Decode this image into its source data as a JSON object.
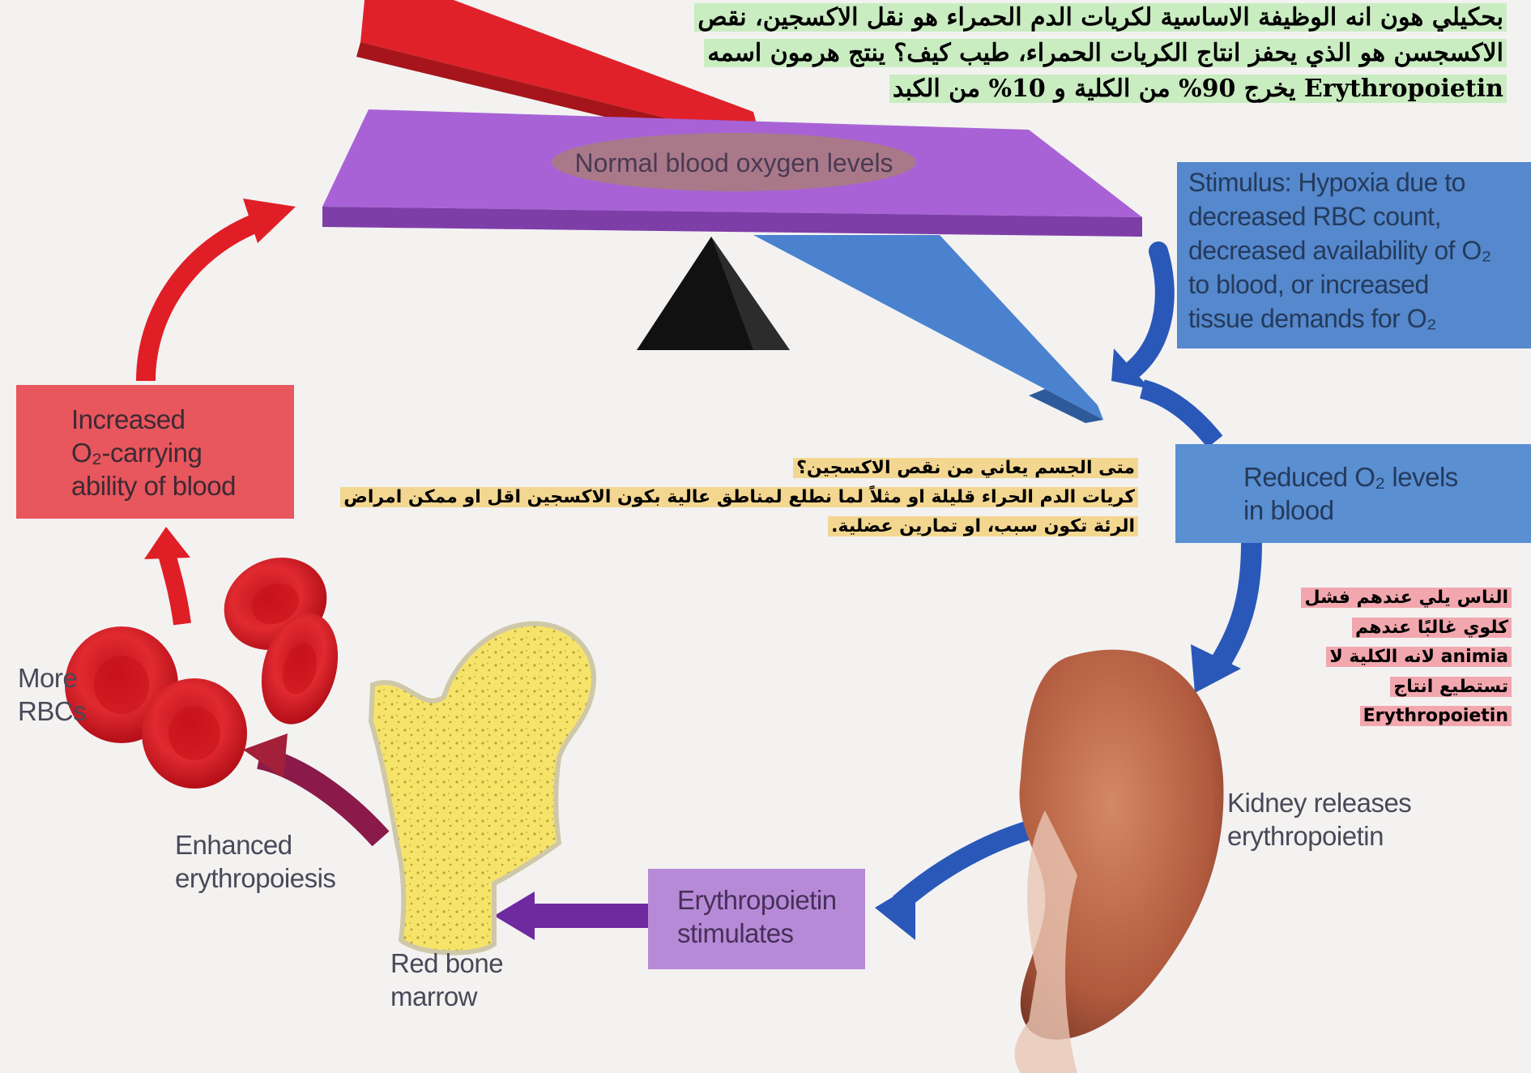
{
  "labels": {
    "normal_levels": "Normal blood oxygen levels",
    "stimulus": [
      "Stimulus: Hypoxia due to",
      "decreased RBC count,",
      "decreased availability of O₂",
      "to blood, or increased",
      "tissue demands for O₂"
    ],
    "reduced": [
      "Reduced O₂ levels",
      "in blood"
    ],
    "kidney": [
      "Kidney releases",
      "erythropoietin"
    ],
    "epo_stimulates": [
      "Erythropoietin",
      "stimulates"
    ],
    "marrow": [
      "Red bone",
      "marrow"
    ],
    "enhanced": [
      "Enhanced",
      "erythropoiesis"
    ],
    "more_rbcs": [
      "More",
      "RBCs"
    ],
    "increased": [
      "Increased",
      "O₂-carrying",
      "ability of blood"
    ]
  },
  "notes": {
    "top": "بحكيلي هون انه الوظيفة الاساسية لكريات الدم الحمراء هو نقل الاكسجين، نقص الاكسجسن هو الذي يحفز انتاج الكريات الحمراء، طيب كيف؟ ينتج هرمون اسمه Erythropoietin يخرج 90% من الكلية و 10% من الكبد",
    "middle_question": "متى الجسم يعاني من نقص الاكسجين؟",
    "middle_answer": "كريات الدم الحراء قليلة او مثلاً لما نطلع لمناطق عالية بكون الاكسجين اقل او ممكن امراض الرئة تكون سبب، او تمارين عضلية.",
    "right": "الناس يلي عندهم فشل كلوي غالبًا عندهم animia لانه الكلية لا تستطيع انتاج Erythropoietin"
  },
  "colors": {
    "background": "#f3f2f1",
    "red_stage": "#e8565e",
    "blue_stage": "#5588cc",
    "purple_stage": "#b78ad8",
    "seesaw_purple": "#a862d6",
    "note_green": "#c9ecc1",
    "note_yellow": "#f3d791",
    "note_pink": "#f2a7ae"
  }
}
